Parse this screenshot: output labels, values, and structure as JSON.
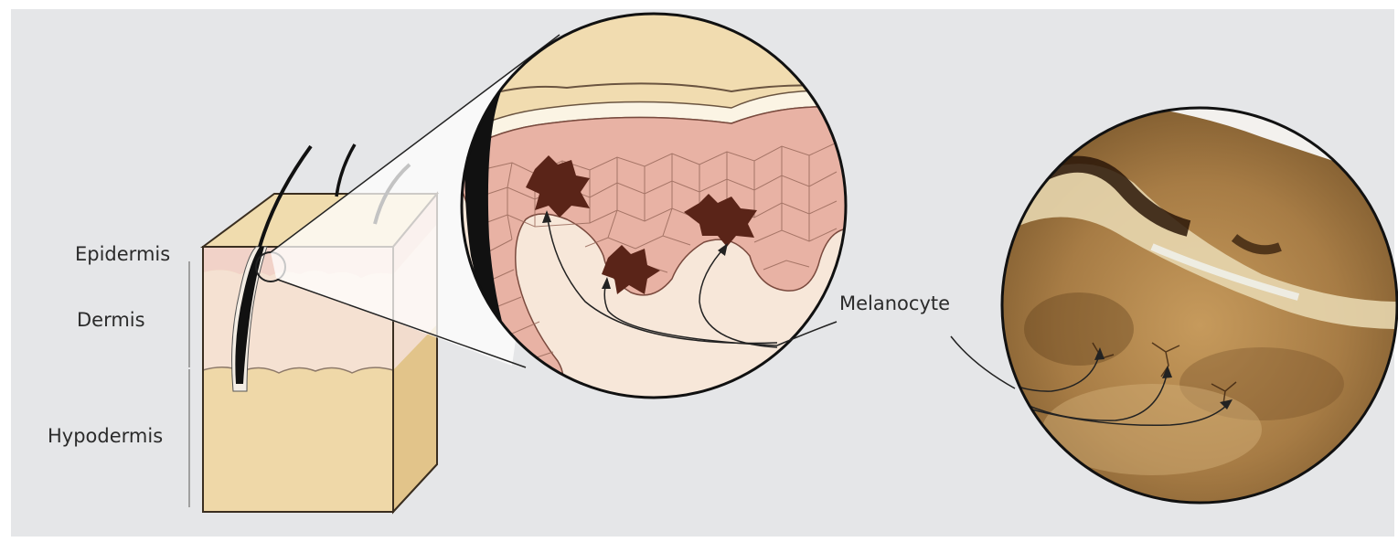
{
  "labels": {
    "epidermis": "Epidermis",
    "dermis": "Dermis",
    "hypodermis": "Hypodermis",
    "melanocyte": "Melanocyte"
  },
  "colors": {
    "background": "#e5e6e8",
    "skin_block": "#efd8a8",
    "epidermis": "#f1d2c8",
    "cells": "#e8b2a4",
    "melanocyte": "#5a2418",
    "hair": "#111111"
  }
}
